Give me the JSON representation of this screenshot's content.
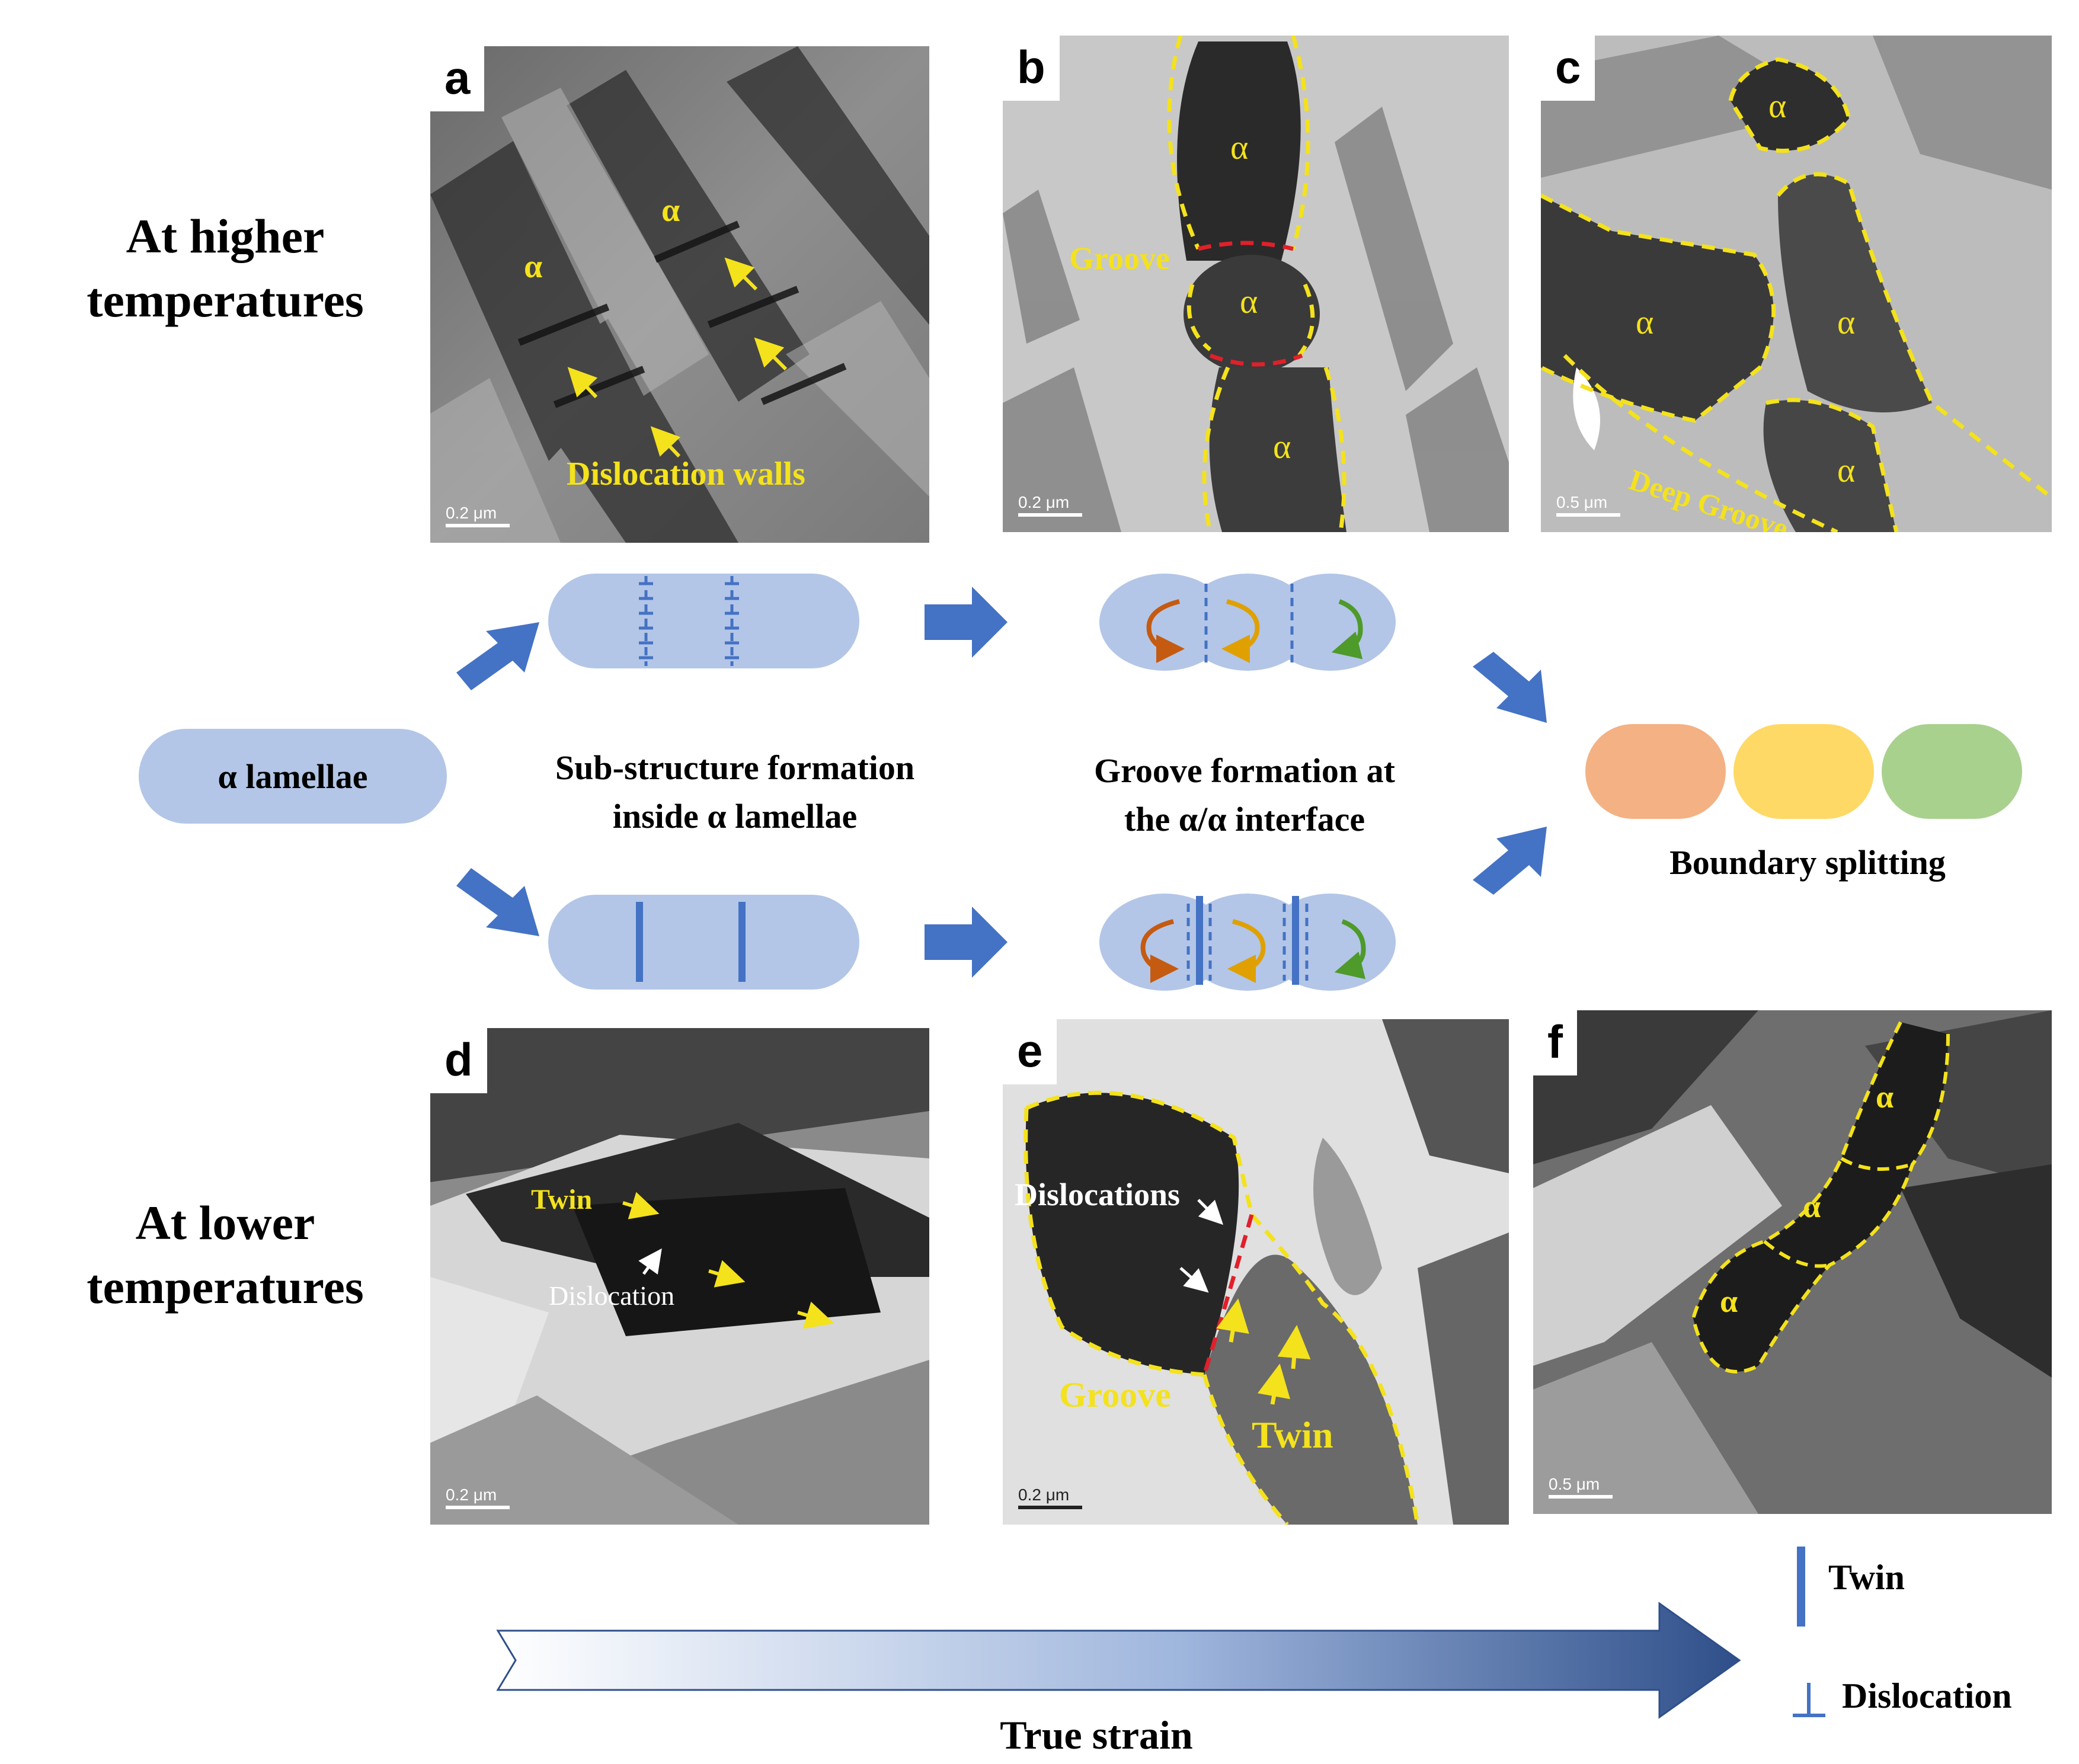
{
  "row_labels": {
    "higher": [
      "At higher",
      "temperatures"
    ],
    "lower": [
      "At lower",
      "temperatures"
    ]
  },
  "panels": {
    "a": {
      "letter": "a",
      "scale": "0.2 μm",
      "alpha1": "α",
      "alpha2": "α",
      "caption": "Dislocation walls"
    },
    "b": {
      "letter": "b",
      "scale": "0.2 μm",
      "alpha_top": "α",
      "alpha_mid": "α",
      "alpha_bottom": "α",
      "groove": "Groove"
    },
    "c": {
      "letter": "c",
      "scale": "0.5 μm",
      "alpha1": "α",
      "alpha2": "α",
      "alpha3": "α",
      "alpha4": "α",
      "groove": "Deep Groove"
    },
    "d": {
      "letter": "d",
      "scale": "0.2 μm",
      "twin": "Twin",
      "dislocation": "Dislocation"
    },
    "e": {
      "letter": "e",
      "scale": "0.2 μm",
      "dislocations": "Dislocations",
      "groove": "Groove",
      "twin": "Twin"
    },
    "f": {
      "letter": "f",
      "scale": "0.5 μm",
      "alpha1": "α",
      "alpha2": "α",
      "alpha3": "α"
    }
  },
  "schematic": {
    "start": "α lamellae",
    "stage1": [
      "Sub-structure formation",
      "inside α lamellae"
    ],
    "stage2": [
      "Groove formation at",
      "the α/α interface"
    ],
    "result": "Boundary splitting",
    "colors": {
      "lamella": "#b3c6e7",
      "arrow": "#4472c4",
      "orange": "#f4b183",
      "yellow": "#ffd966",
      "green": "#a9d18e"
    }
  },
  "legend": {
    "twin": "Twin",
    "dislocation": "Dislocation",
    "dislocation_symbol": "⊥"
  },
  "strain_axis": {
    "label": "True strain"
  }
}
